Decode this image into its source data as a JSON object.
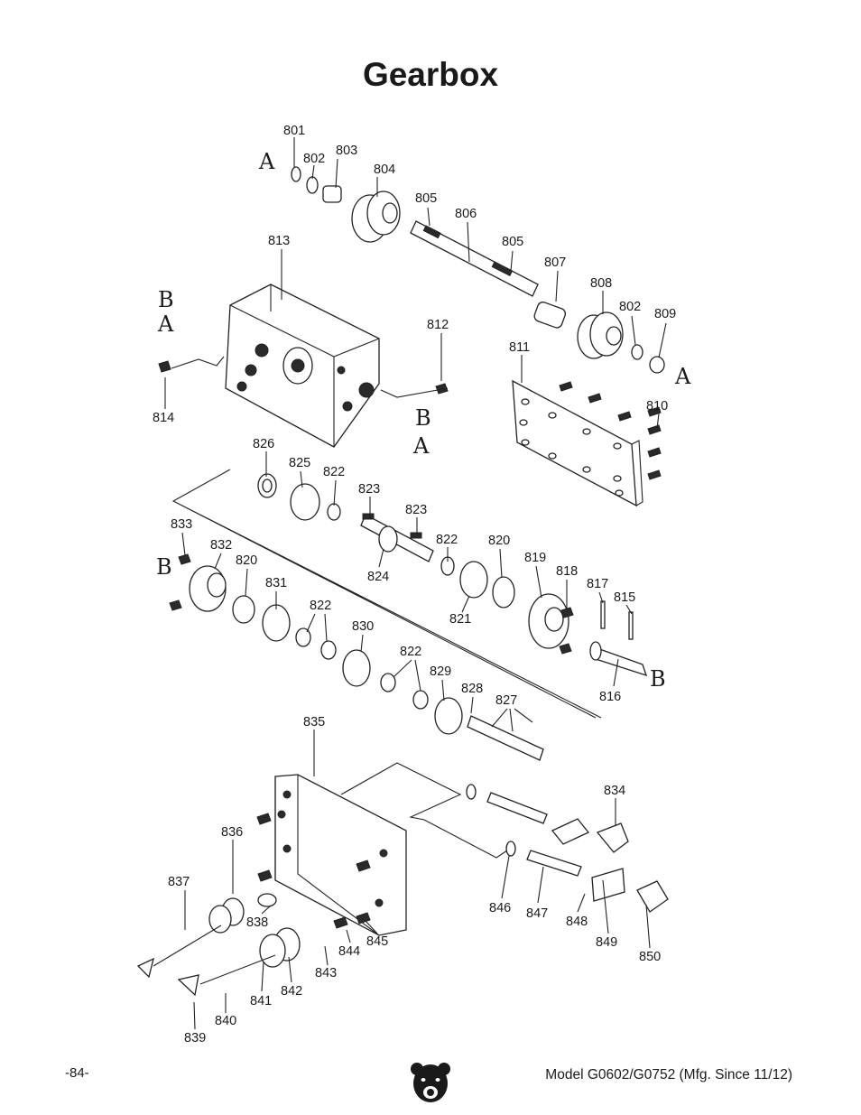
{
  "title": "Gearbox",
  "footer": {
    "page_number": "-84-",
    "model": "Model G0602/G0752 (Mfg. Since 11/12)"
  },
  "logo": {
    "icon": "grizzly-bear-head-icon"
  },
  "reference_letters": [
    "A",
    "B"
  ],
  "part_labels": [
    "801",
    "802",
    "803",
    "804",
    "805",
    "806",
    "805",
    "807",
    "808",
    "802",
    "809",
    "813",
    "812",
    "811",
    "810",
    "814",
    "826",
    "825",
    "822",
    "823",
    "823",
    "822",
    "820",
    "833",
    "832",
    "820",
    "824",
    "819",
    "818",
    "817",
    "815",
    "831",
    "822",
    "821",
    "830",
    "822",
    "829",
    "816",
    "828",
    "827",
    "835",
    "834",
    "836",
    "837",
    "838",
    "846",
    "847",
    "848",
    "849",
    "844",
    "845",
    "843",
    "850",
    "841",
    "842",
    "840",
    "839"
  ]
}
